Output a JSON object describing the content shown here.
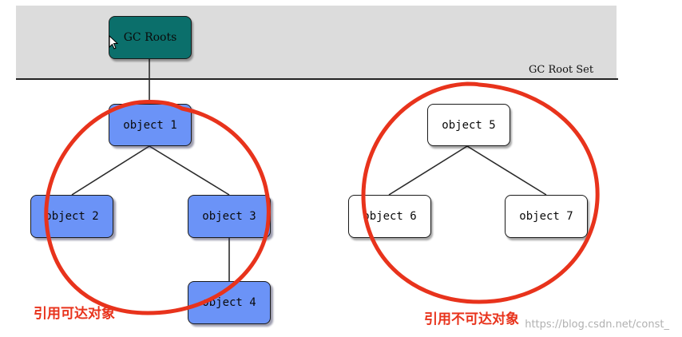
{
  "gc_root_set": {
    "label": "GC Root Set",
    "root_node": "GC Roots"
  },
  "nodes": {
    "object1": "object 1",
    "object2": "object 2",
    "object3": "object 3",
    "object4": "object 4",
    "object5": "object 5",
    "object6": "object 6",
    "object7": "object 7"
  },
  "captions": {
    "reachable": "引用可达对象",
    "unreachable": "引用不可达对象"
  },
  "colors": {
    "root_node": "#0b6f6b",
    "reachable_node": "#6b93f7",
    "unreachable_node": "#ffffff",
    "highlight_circle": "#e8331c",
    "root_set_background": "#dcdcdc"
  },
  "watermark": "https://blog.csdn.net/const_"
}
